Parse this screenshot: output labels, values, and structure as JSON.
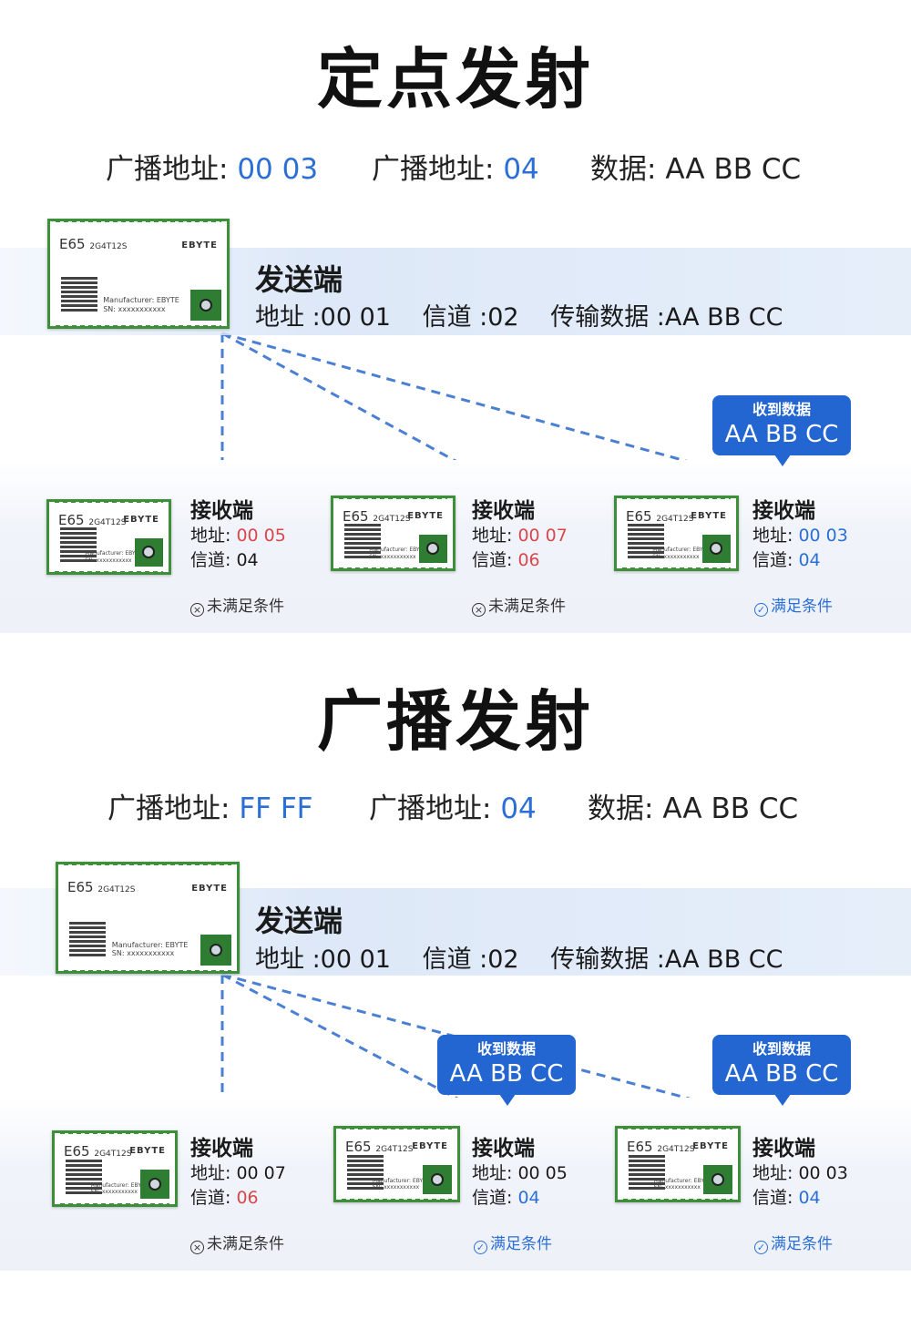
{
  "colors": {
    "accent": "#2b6fd6",
    "bubble": "#2366d1",
    "fail_value": "#d8474b",
    "module_green": "#3d8f3a"
  },
  "sections": [
    {
      "title": "定点发射",
      "params": {
        "addr_label": "广播地址:",
        "addr_value": "00 03",
        "channel_label": "广播地址:",
        "channel_value": "04",
        "data_label": "数据:",
        "data_value": "AA BB CC"
      },
      "sender": {
        "module": {
          "model": "E65",
          "sub": "2G4T12S",
          "brand": "EBYTE",
          "mfg": "Manufacturer: EBYTE",
          "sn": "SN: xxxxxxxxxxx"
        },
        "title": "发送端",
        "addr": "地址 :00 01",
        "channel": "信道 :02",
        "data": "传输数据 :AA BB CC"
      },
      "receivers": [
        {
          "title": "接收端",
          "addr_label": "地址: ",
          "addr": "00 05",
          "addr_ok": false,
          "ch_label": "信道: ",
          "ch": "04",
          "ch_ok": true,
          "status": "未满足条件",
          "ok": false,
          "module": {
            "model": "E65",
            "sub": "2G4T12S",
            "brand": "EBYTE",
            "mfg": "Manufacturer: EBYTE",
            "sn": "SN: xxxxxxxxxxx"
          }
        },
        {
          "title": "接收端",
          "addr_label": "地址: ",
          "addr": "00 07",
          "addr_ok": false,
          "ch_label": "信道: ",
          "ch": "06",
          "ch_ok": false,
          "status": "未满足条件",
          "ok": false,
          "module": {
            "model": "E65",
            "sub": "2G4T12S",
            "brand": "EBYTE",
            "mfg": "Manufacturer: EBYTE",
            "sn": "SN: xxxxxxxxxxx"
          }
        },
        {
          "title": "接收端",
          "addr_label": "地址: ",
          "addr": "00 03",
          "addr_ok": true,
          "ch_label": "信道: ",
          "ch": "04",
          "ch_ok": true,
          "status": "满足条件",
          "ok": true,
          "module": {
            "model": "E65",
            "sub": "2G4T12S",
            "brand": "EBYTE",
            "mfg": "Manufacturer: EBYTE",
            "sn": "SN: xxxxxxxxxxx"
          }
        }
      ],
      "bubbles": [
        {
          "label": "收到数据",
          "data": "AA BB CC"
        }
      ]
    },
    {
      "title": "广播发射",
      "params": {
        "addr_label": "广播地址:",
        "addr_value": "FF FF",
        "channel_label": "广播地址:",
        "channel_value": "04",
        "data_label": "数据:",
        "data_value": "AA BB CC"
      },
      "sender": {
        "module": {
          "model": "E65",
          "sub": "2G4T12S",
          "brand": "EBYTE",
          "mfg": "Manufacturer: EBYTE",
          "sn": "SN: xxxxxxxxxxx"
        },
        "title": "发送端",
        "addr": "地址 :00 01",
        "channel": "信道 :02",
        "data": "传输数据 :AA BB CC"
      },
      "receivers": [
        {
          "title": "接收端",
          "addr_label": "地址: ",
          "addr": "00 07",
          "addr_ok": null,
          "ch_label": "信道: ",
          "ch": "06",
          "ch_ok": false,
          "status": "未满足条件",
          "ok": false,
          "module": {
            "model": "E65",
            "sub": "2G4T12S",
            "brand": "EBYTE",
            "mfg": "Manufacturer: EBYTE",
            "sn": "SN: xxxxxxxxxxx"
          }
        },
        {
          "title": "接收端",
          "addr_label": "地址: ",
          "addr": "00 05",
          "addr_ok": null,
          "ch_label": "信道: ",
          "ch": "04",
          "ch_ok": true,
          "status": "满足条件",
          "ok": true,
          "module": {
            "model": "E65",
            "sub": "2G4T12S",
            "brand": "EBYTE",
            "mfg": "Manufacturer: EBYTE",
            "sn": "SN: xxxxxxxxxxx"
          }
        },
        {
          "title": "接收端",
          "addr_label": "地址: ",
          "addr": "00 03",
          "addr_ok": null,
          "ch_label": "信道: ",
          "ch": "04",
          "ch_ok": true,
          "status": "满足条件",
          "ok": true,
          "module": {
            "model": "E65",
            "sub": "2G4T12S",
            "brand": "EBYTE",
            "mfg": "Manufacturer: EBYTE",
            "sn": "SN: xxxxxxxxxxx"
          }
        }
      ],
      "bubbles": [
        {
          "label": "收到数据",
          "data": "AA BB CC"
        },
        {
          "label": "收到数据",
          "data": "AA BB CC"
        }
      ]
    }
  ]
}
